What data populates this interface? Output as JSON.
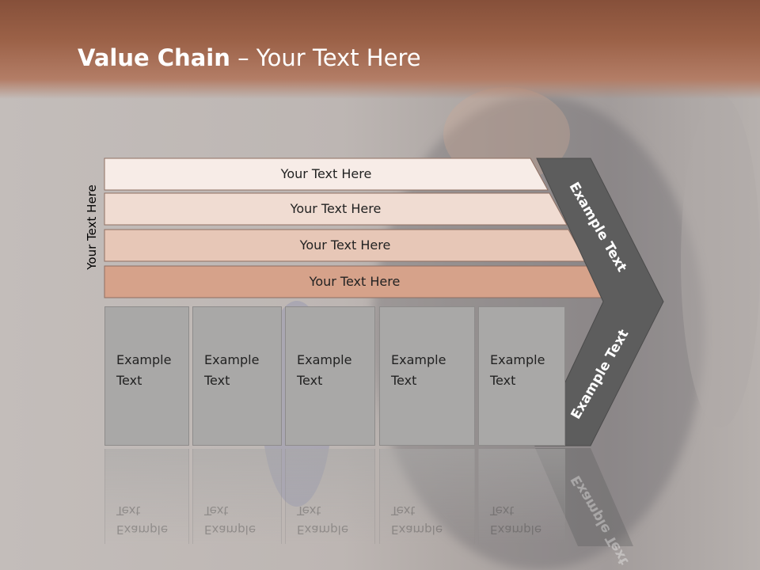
{
  "title": {
    "bold": "Value Chain",
    "rest": " – Your Text Here"
  },
  "side_label": "Your Text Here",
  "rows": [
    {
      "label": "Your Text Here",
      "color": "#f7ece7"
    },
    {
      "label": "Your Text Here",
      "color": "#f0dcd2"
    },
    {
      "label": "Your Text Here",
      "color": "#e7c7b7"
    },
    {
      "label": "Your Text Here",
      "color": "#d6a28a"
    }
  ],
  "columns": [
    {
      "line1": "Example",
      "line2": "Text"
    },
    {
      "line1": "Example",
      "line2": "Text"
    },
    {
      "line1": "Example",
      "line2": "Text"
    },
    {
      "line1": "Example",
      "line2": "Text"
    },
    {
      "line1": "Example",
      "line2": "Text"
    }
  ],
  "chevron": {
    "top_label": "Example Text",
    "bottom_label": "Example Text",
    "color": "#5d5d5d"
  },
  "colors": {
    "title_bar": "#9b6147",
    "column_fill": "#a9a8a7"
  }
}
